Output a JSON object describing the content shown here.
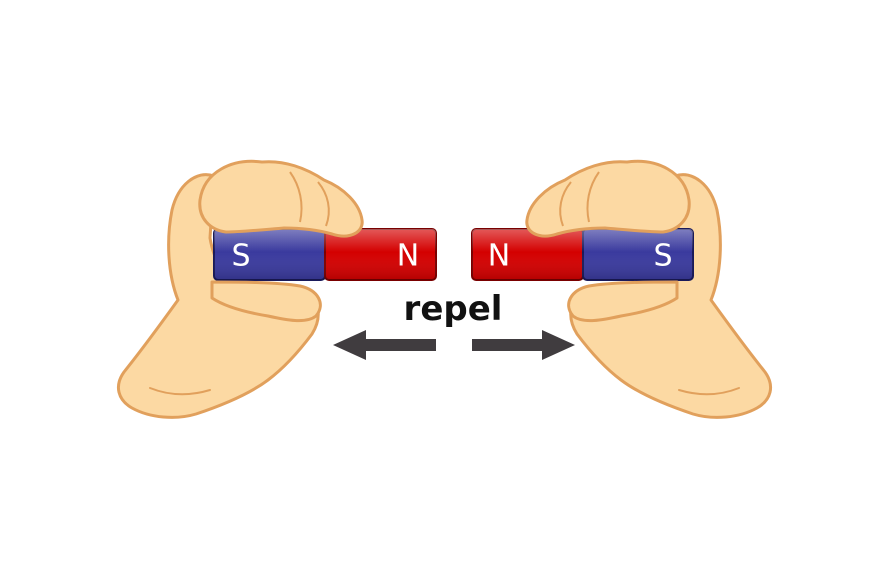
{
  "magnets": {
    "left": {
      "poles": [
        "S",
        "N"
      ]
    },
    "right": {
      "poles": [
        "N",
        "S"
      ]
    }
  },
  "label": "repel",
  "colors": {
    "south_pole": "#3a3a9e",
    "north_pole": "#d40000",
    "skin": "#fcd9a3",
    "skin_outline": "#e1a05c",
    "arrow": "#403c3f"
  }
}
